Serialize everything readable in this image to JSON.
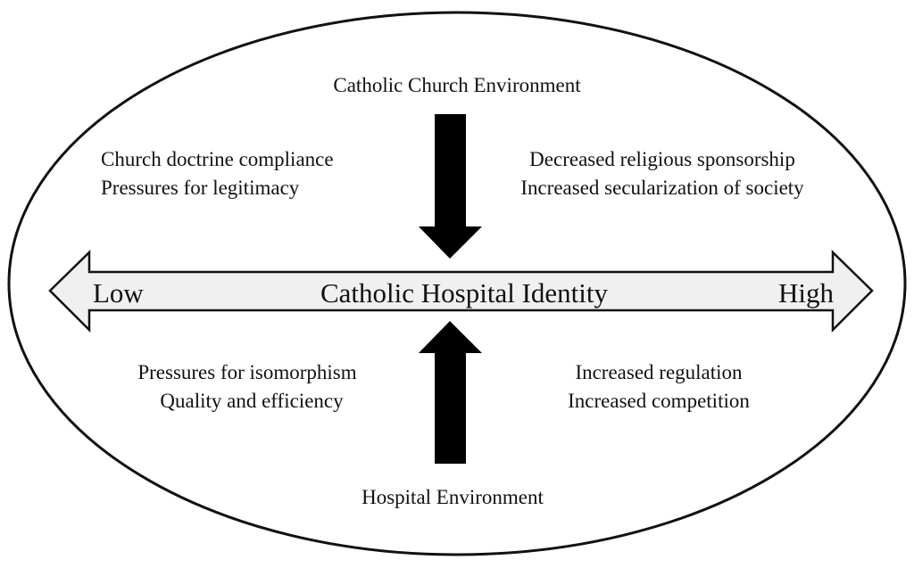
{
  "top_label": "Catholic Church Environment",
  "bottom_label": "Hospital Environment",
  "axis": {
    "low": "Low",
    "title": "Catholic Hospital Identity",
    "high": "High"
  },
  "upper_left": {
    "line1": "Church doctrine compliance",
    "line2": "Pressures for legitimacy"
  },
  "upper_right": {
    "line1": "Decreased religious  sponsorship",
    "line2": "Increased secularization of society"
  },
  "lower_left": {
    "line1": "Pressures for isomorphism",
    "line2": "Quality and efficiency"
  },
  "lower_right": {
    "line1": "Increased regulation",
    "line2": "Increased competition"
  },
  "colors": {
    "outline": "#111111",
    "axis_fill": "#f0f0f0",
    "arrow_fill": "#000000"
  }
}
